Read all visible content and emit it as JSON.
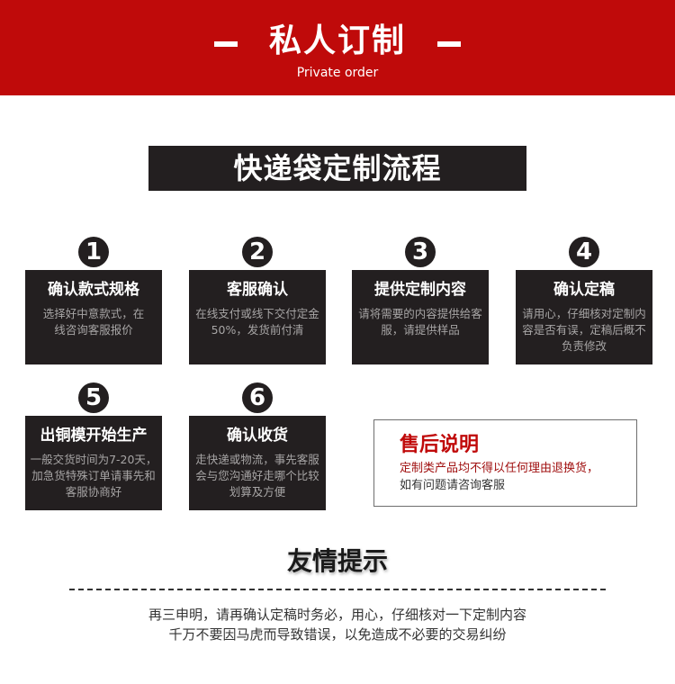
{
  "banner": {
    "title": "私人订制",
    "subtitle": "Private order",
    "bg_color": "#bf0a0a"
  },
  "flow": {
    "title": "快递袋定制流程",
    "steps": [
      {
        "number": "1",
        "title": "确认款式规格",
        "desc": "选择好中意款式，在线咨询客服报价"
      },
      {
        "number": "2",
        "title": "客服确认",
        "desc": "在线支付或线下交付定金50%，发货前付清"
      },
      {
        "number": "3",
        "title": "提供定制内容",
        "desc": "请将需要的内容提供给客服，请提供样品"
      },
      {
        "number": "4",
        "title": "确认定稿",
        "desc": "请用心，仔细核对定制内容是否有误，定稿后概不负责修改"
      },
      {
        "number": "5",
        "title": "出铜模开始生产",
        "desc": "一般交货时间为7-20天，加急货特殊订单请事先和客服协商好"
      },
      {
        "number": "6",
        "title": "确认收货",
        "desc": "走快递或物流，事先客服会与您沟通好走哪个比较划算及方便"
      }
    ]
  },
  "after_sales": {
    "title": "售后说明",
    "line1": "定制类产品均不得以任何理由退换货，",
    "line2": "如有问题请咨询客服",
    "accent_color": "#c00a0a"
  },
  "tips": {
    "title": "友情提示",
    "line1": "再三申明，请再确认定稿时务必，用心，仔细核对一下定制内容",
    "line2": "千万不要因马虎而导致错误，以免造成不必要的交易纠纷"
  }
}
